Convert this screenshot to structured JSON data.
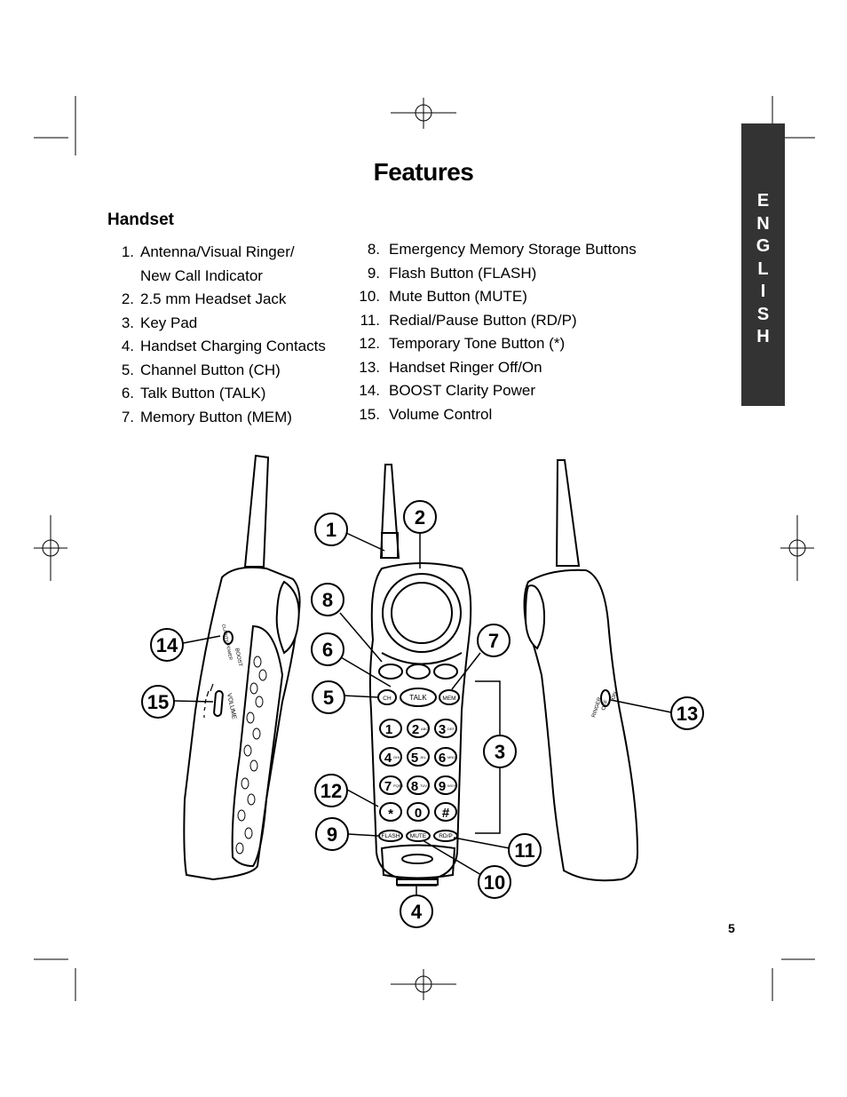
{
  "page": {
    "title": "Features",
    "section_heading": "Handset",
    "page_number": "5",
    "side_tab_letters": [
      "E",
      "N",
      "G",
      "L",
      "I",
      "S",
      "H"
    ]
  },
  "features_left": [
    {
      "num": "1.",
      "text": "Antenna/Visual Ringer/",
      "text2": "New Call Indicator"
    },
    {
      "num": "2.",
      "text": "2.5 mm Headset Jack"
    },
    {
      "num": "3.",
      "text": "Key Pad"
    },
    {
      "num": "4.",
      "text": "Handset Charging Contacts"
    },
    {
      "num": "5.",
      "text": "Channel Button (CH)"
    },
    {
      "num": "6.",
      "text": "Talk Button (TALK)"
    },
    {
      "num": "7.",
      "text": "Memory Button (MEM)"
    }
  ],
  "features_right": [
    {
      "num": "8.",
      "text": "Emergency Memory Storage Buttons"
    },
    {
      "num": "9.",
      "text": "Flash Button (FLASH)"
    },
    {
      "num": "10.",
      "text": "Mute Button (MUTE)"
    },
    {
      "num": "11.",
      "text": "Redial/Pause Button (RD/P)"
    },
    {
      "num": "12.",
      "text": "Temporary Tone Button (*)"
    },
    {
      "num": "13.",
      "text": "Handset Ringer Off/On"
    },
    {
      "num": "14.",
      "text": "BOOST Clarity Power"
    },
    {
      "num": "15.",
      "text": "Volume Control"
    }
  ],
  "diagram": {
    "callouts": [
      "1",
      "2",
      "3",
      "4",
      "5",
      "6",
      "7",
      "8",
      "9",
      "10",
      "11",
      "12",
      "13",
      "14",
      "15"
    ],
    "phone_labels": {
      "ch": "CH",
      "talk": "TALK",
      "mem": "MEM",
      "flash": "FLASH",
      "mute": "MUTE",
      "rdp": "RD/P",
      "boost": "BOOST",
      "clarity_power": "CLARITY POWER",
      "volume": "VOLUME",
      "ringer": "RINGER",
      "off": "OFF",
      "on": "ON",
      "keys": [
        "1",
        "2",
        "3",
        "4",
        "5",
        "6",
        "7",
        "8",
        "9",
        "*",
        "0",
        "#"
      ],
      "key_letters": [
        "",
        "ABC",
        "DEF",
        "GHI",
        "JKL",
        "MNO",
        "PQRS",
        "TUV",
        "WXYZ",
        "",
        "",
        ""
      ]
    }
  }
}
